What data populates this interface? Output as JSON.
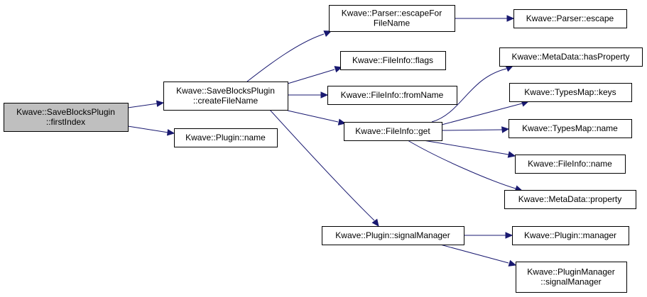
{
  "colors": {
    "edge": "#191970",
    "root_fill": "#bfbfbf",
    "node_fill": "#ffffff",
    "border": "#000000"
  },
  "nodes": {
    "first_index": [
      "Kwave::SaveBlocksPlugin",
      "::firstIndex"
    ],
    "create_file_name": [
      "Kwave::SaveBlocksPlugin",
      "::createFileName"
    ],
    "plugin_name": [
      "Kwave::Plugin::name"
    ],
    "escape_for_file_name": [
      "Kwave::Parser::escapeFor",
      "FileName"
    ],
    "parser_escape": [
      "Kwave::Parser::escape"
    ],
    "fileinfo_flags": [
      "Kwave::FileInfo::flags"
    ],
    "fileinfo_from_name": [
      "Kwave::FileInfo::fromName"
    ],
    "fileinfo_get": [
      "Kwave::FileInfo::get"
    ],
    "plugin_signal_manager": [
      "Kwave::Plugin::signalManager"
    ],
    "metadata_has_property": [
      "Kwave::MetaData::hasProperty"
    ],
    "typesmap_keys": [
      "Kwave::TypesMap::keys"
    ],
    "typesmap_name": [
      "Kwave::TypesMap::name"
    ],
    "fileinfo_name": [
      "Kwave::FileInfo::name"
    ],
    "metadata_property": [
      "Kwave::MetaData::property"
    ],
    "plugin_manager": [
      "Kwave::Plugin::manager"
    ],
    "pluginmanager_signal_manager": [
      "Kwave::PluginManager",
      "::signalManager"
    ]
  }
}
